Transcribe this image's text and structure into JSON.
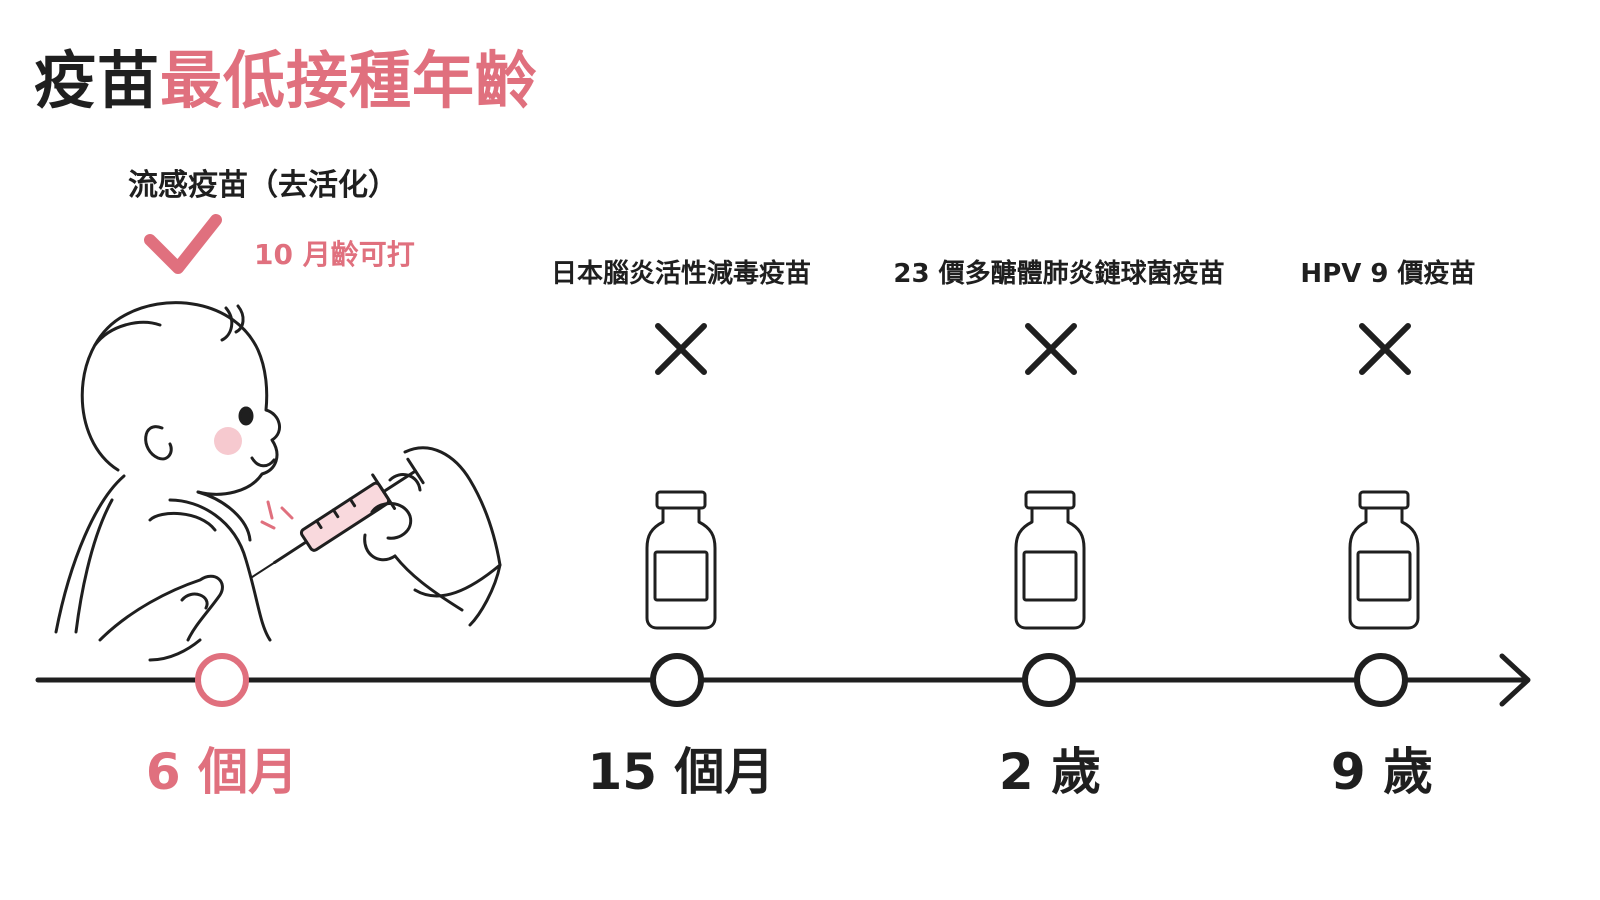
{
  "title": {
    "dark": "疫苗",
    "accent": "最低接種年齡"
  },
  "flu": {
    "label": "流感疫苗（去活化）",
    "note": "10 月齡可打"
  },
  "milestones": [
    {
      "age": "6 個月",
      "vaccine": ""
    },
    {
      "age": "15 個月",
      "vaccine": "日本腦炎活性減毒疫苗"
    },
    {
      "age": "2 歲",
      "vaccine": "23 價多醣體肺炎鏈球菌疫苗"
    },
    {
      "age": "9 歲",
      "vaccine": "HPV 9 價疫苗"
    }
  ],
  "colors": {
    "accent": "#e0707e",
    "ink": "#1f1f1f",
    "blush": "#f6c9cf"
  },
  "icons": [
    "check-icon",
    "cross-icon",
    "vial-icon",
    "baby-injection-illustration",
    "arrow-head-icon"
  ]
}
